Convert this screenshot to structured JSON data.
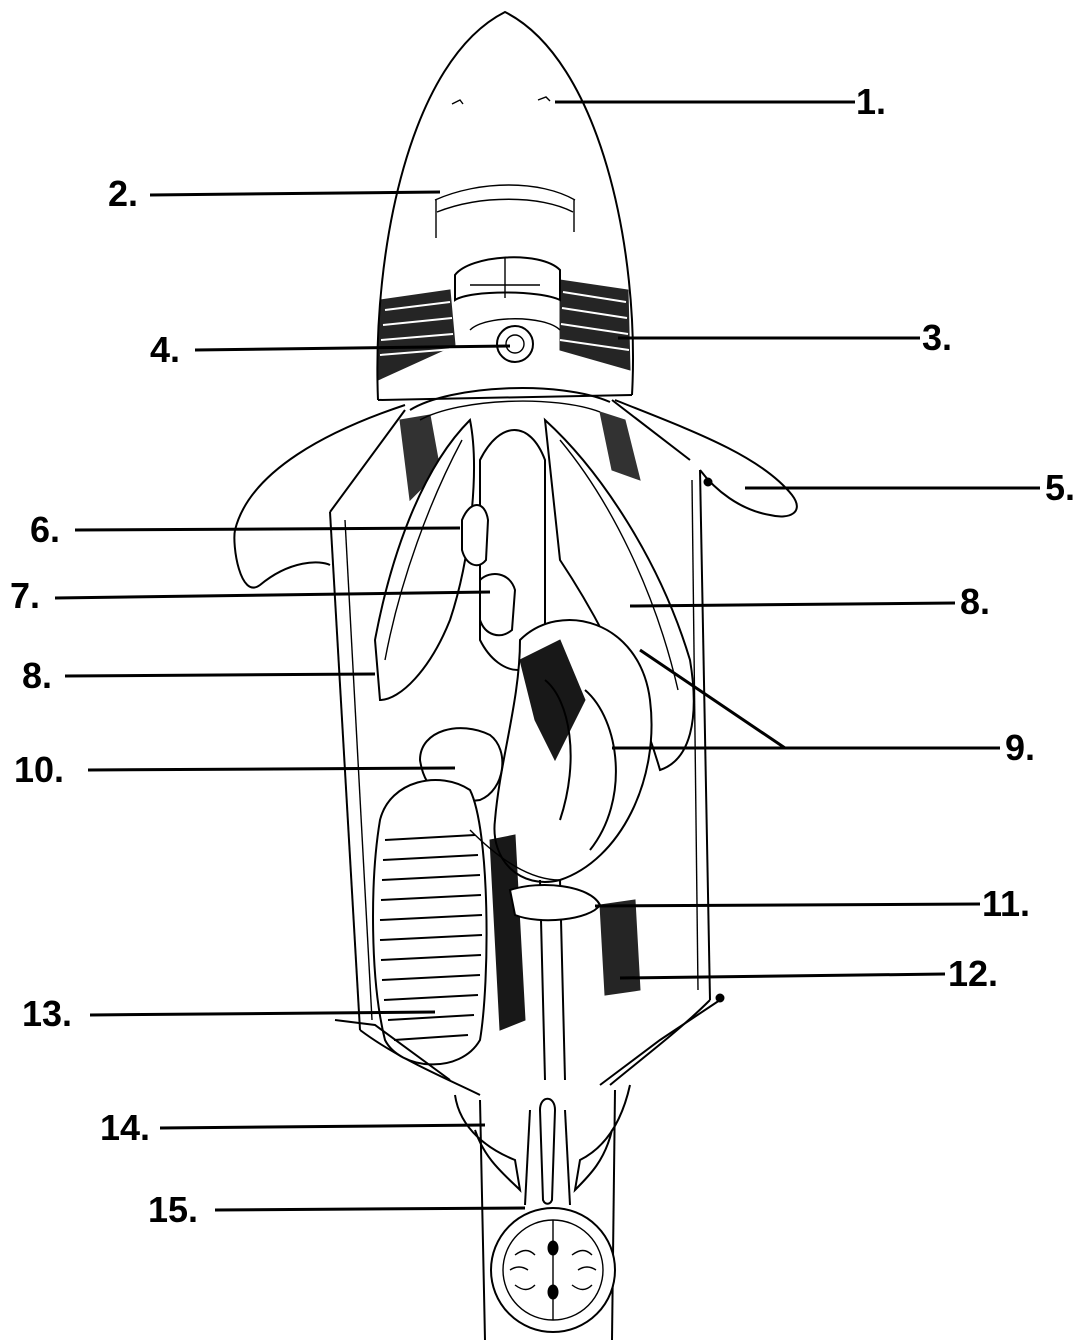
{
  "labels": [
    {
      "id": "l1",
      "text": "1."
    },
    {
      "id": "l2",
      "text": "2."
    },
    {
      "id": "l3",
      "text": "3."
    },
    {
      "id": "l4",
      "text": "4."
    },
    {
      "id": "l5",
      "text": "5."
    },
    {
      "id": "l6",
      "text": "6."
    },
    {
      "id": "l7",
      "text": "7."
    },
    {
      "id": "l8a",
      "text": "8."
    },
    {
      "id": "l8b",
      "text": "8."
    },
    {
      "id": "l9",
      "text": "9."
    },
    {
      "id": "l10",
      "text": "10."
    },
    {
      "id": "l11",
      "text": "11."
    },
    {
      "id": "l12",
      "text": "12."
    },
    {
      "id": "l13",
      "text": "13."
    },
    {
      "id": "l14",
      "text": "14."
    },
    {
      "id": "l15",
      "text": "15."
    }
  ]
}
